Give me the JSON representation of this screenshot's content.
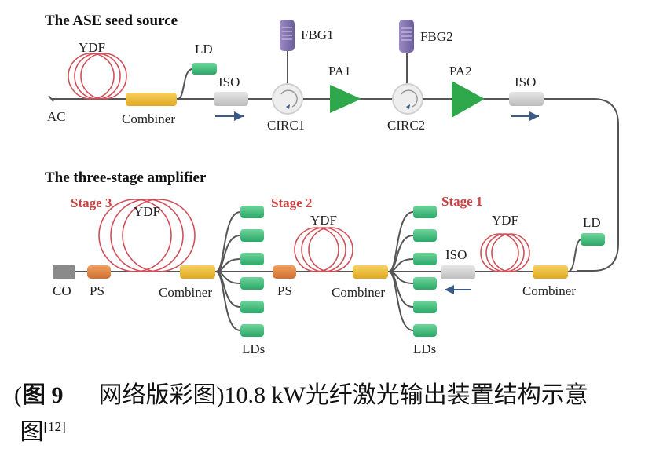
{
  "sections": {
    "seed_title": "The ASE seed source",
    "amp_title": "The three-stage amplifier"
  },
  "seed": {
    "ydf": "YDF",
    "ac": "AC",
    "combiner": "Combiner",
    "ld": "LD",
    "iso": "ISO",
    "circ1": "CIRC1",
    "fbg1": "FBG1",
    "pa1": "PA1",
    "circ2": "CIRC2",
    "fbg2": "FBG2",
    "pa2": "PA2",
    "iso2": "ISO"
  },
  "amp": {
    "stage3": "Stage 3",
    "stage2": "Stage 2",
    "stage1": "Stage 1",
    "ydf3": "YDF",
    "ydf2": "YDF",
    "ydf1": "YDF",
    "co": "CO",
    "ps3": "PS",
    "combiner3": "Combiner",
    "lds3": "LDs",
    "ps2": "PS",
    "combiner2": "Combiner",
    "lds2": "LDs",
    "iso": "ISO",
    "combiner1": "Combiner",
    "ld1": "LD"
  },
  "colors": {
    "fiber": "#555555",
    "coil": "#d0505a",
    "combiner": "#f0c040",
    "ld": "#3cb878",
    "iso": "#d0d0d0",
    "amplifier": "#2ea84a",
    "fbg": "#8878b0",
    "ps": "#e08a40",
    "co": "#888888",
    "stage_label": "#d04040",
    "arrow": "#3a5a8a"
  },
  "caption": {
    "prefix": "(",
    "fig": "图 9",
    "text": "网络版彩图)10.8 kW光纤激光输出装置结构示意",
    "line2": "图",
    "ref": "[12]"
  }
}
